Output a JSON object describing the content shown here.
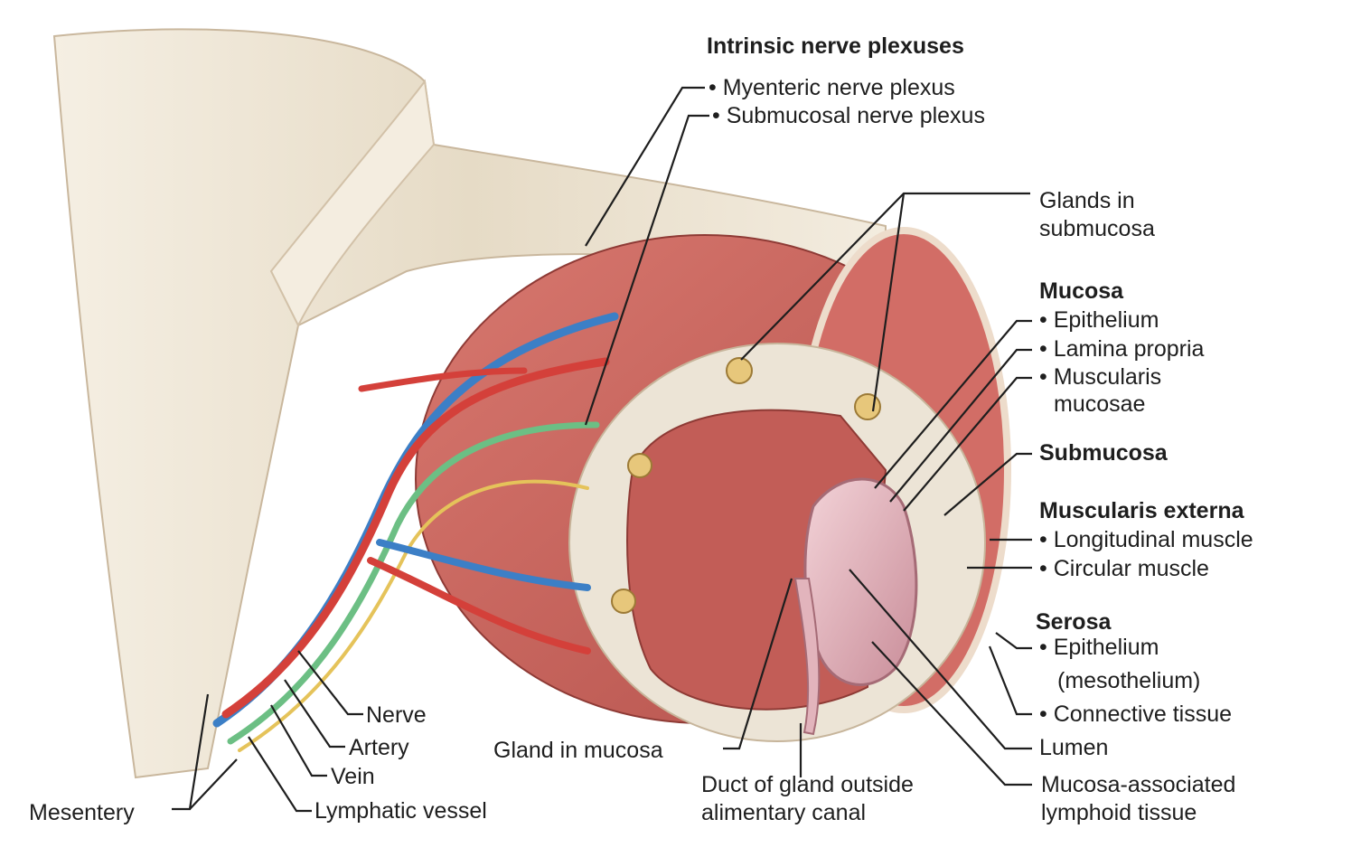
{
  "labels": {
    "intrinsic_title": "Intrinsic nerve plexuses",
    "myenteric": "• Myenteric nerve plexus",
    "submucosal_plexus": "• Submucosal nerve plexus",
    "glands_submucosa_1": "Glands in",
    "glands_submucosa_2": "submucosa",
    "mucosa": "Mucosa",
    "epithelium": "• Epithelium",
    "lamina_propria": "• Lamina propria",
    "muscularis_mucosae_1": "• Muscularis",
    "muscularis_mucosae_2": "mucosae",
    "submucosa": "Submucosa",
    "muscularis_externa": "Muscularis externa",
    "longitudinal_muscle": "• Longitudinal muscle",
    "circular_muscle": "• Circular muscle",
    "serosa": "Serosa",
    "serosa_epithelium_1": "• Epithelium",
    "serosa_epithelium_2": "(mesothelium)",
    "connective_tissue": "• Connective tissue",
    "lumen": "Lumen",
    "malt_1": "Mucosa-associated",
    "malt_2": "lymphoid tissue",
    "duct_1": "Duct of gland outside",
    "duct_2": "alimentary canal",
    "gland_in_mucosa": "Gland in mucosa",
    "nerve": "Nerve",
    "artery": "Artery",
    "vein": "Vein",
    "lymphatic_vessel": "Lymphatic vessel",
    "mesentery": "Mesentery"
  },
  "colors": {
    "muscle": "#c9665f",
    "muscle_light": "#e39a90",
    "mesentery": "#ece3d2",
    "submucosa": "#ede5d8",
    "artery": "#d4403a",
    "vein": "#3c7fc6",
    "lymph": "#6cbf84",
    "nerve": "#e5c35a",
    "lumen": "#e8bcc4",
    "leader": "#1e1e1e"
  }
}
